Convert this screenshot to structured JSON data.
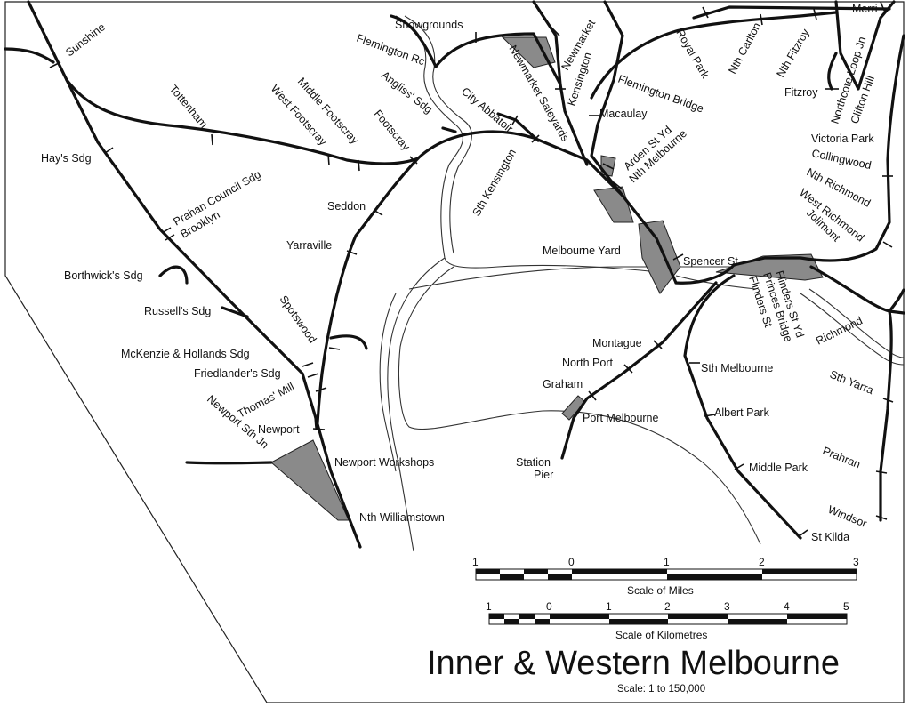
{
  "map": {
    "title": "Inner  & Western Melbourne",
    "scale_text": "Scale: 1 to 150,000",
    "scale_miles": {
      "caption": "Scale of Miles",
      "ticks": [
        "1",
        "0",
        "1",
        "2",
        "3"
      ]
    },
    "scale_km": {
      "caption": "Scale of Kilometres",
      "ticks": [
        "1",
        "0",
        "1",
        "2",
        "3",
        "4",
        "5"
      ]
    },
    "colors": {
      "rail": "#111111",
      "yard": "#8a8a8a",
      "water": "#333333"
    },
    "stations": [
      "Sunshine",
      "Tottenham",
      "Hay's Sdg",
      "Prahan Council Sdg",
      "Brooklyn",
      "Borthwick's Sdg",
      "Russell's Sdg",
      "McKenzie & Hollands Sdg",
      "Friedlander's Sdg",
      "Newport Sth Jn",
      "Thomas' Mill",
      "Newport",
      "Spotswood",
      "Yarraville",
      "Seddon",
      "West Footscray",
      "Middle Footscray",
      "Footscray",
      "Angliss' Sdg",
      "Flemington Rc",
      "Showgrounds",
      "City Abbatoir",
      "Newmarket Saleyards",
      "Newmarket",
      "Kensington",
      "Sth Kensington",
      "Royal Park",
      "Flemington Bridge",
      "Macaulay",
      "Arden St Yd",
      "Nth Melbourne",
      "Nth Carlton",
      "Nth Fitzroy",
      "Merri",
      "Northcote Loop Jn",
      "Fitzroy",
      "Clifton Hill",
      "Victoria Park",
      "Collingwood",
      "Nth Richmond",
      "West Richmond",
      "Jolimont",
      "Spencer St",
      "Melbourne Yard",
      "Flinders St Yd",
      "Princes Bridge",
      "Flinders St",
      "Richmond",
      "Montague",
      "North Port",
      "Graham",
      "Port Melbourne",
      "Station Pier",
      "Sth Melbourne",
      "Albert Park",
      "Middle Park",
      "St Kilda",
      "Sth Yarra",
      "Prahran",
      "Windsor",
      "Newport Workshops",
      "Nth Williamstown"
    ]
  }
}
